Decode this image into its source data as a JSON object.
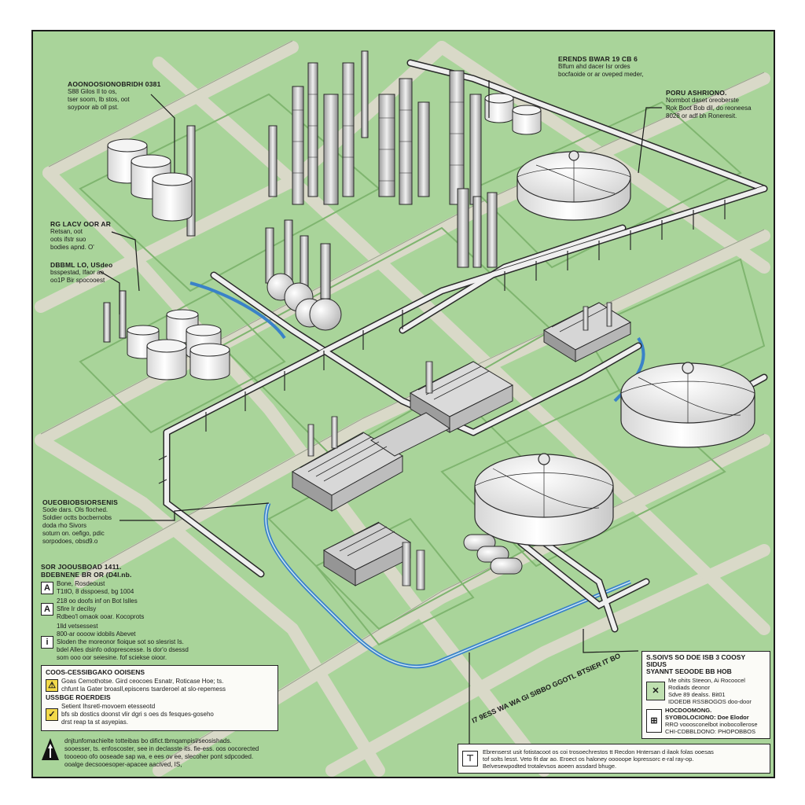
{
  "callouts": {
    "top_left": {
      "title": "AOONOOSIONOBRIDH 0381",
      "lines": [
        "S88 Gilos Il to os,",
        "tser soom, Ib stos, oot",
        "soypoor ab oll pst."
      ]
    },
    "left_upper": {
      "title": "RG LACV OOR AR",
      "lines": [
        "Retsan, oot",
        "oots ifstr suo",
        "bodies apnd. O'"
      ]
    },
    "left_mid": {
      "title": "DBBML LO, USdeo",
      "lines": [
        "bsspestad, Ifaor ao",
        "oo1P Bir spocooest"
      ]
    },
    "top_center": {
      "title": "ERENDS BWAR 19 CB 6",
      "lines": [
        "Blfum ahd dacer Isr ordes",
        "bocfaoide or ar oveped meder,"
      ]
    },
    "top_right": {
      "title": "PORU ASHRIONO.",
      "lines": [
        "Normbot daset oreoberste",
        "Rok Boot Bob dil, do reoneesa",
        "8028 or adf bh Roneresit."
      ]
    },
    "left_lower": {
      "title": "OUEOBIOBSIORSENIS",
      "lines": [
        "Sode dars. Ols floched.",
        "Soldier octts bocbernobs",
        "doda rho    Sivors",
        "soturn on. oefigo, pdic",
        "sorpodoes, obsd9.o"
      ]
    },
    "symbols": {
      "title_1": "SOR JOOUSBOAD 1411.",
      "title_2": "BDEBNENE BR OR (D4I.nb.",
      "items": [
        {
          "glyph": "A",
          "lines": [
            "Bone, Rosdeoust",
            "T1tlO, 8 dsspoesd, bg 1004"
          ]
        },
        {
          "glyph": "A",
          "lines": [
            "218 oo doofs inf on Bot Islles",
            "Sfire Ir decilsy",
            "Rdbeo'l omaok ooar. Kocoprots"
          ]
        },
        {
          "glyph": "i",
          "lines": [
            "1lld vetsessest",
            "800-ar oooow idobils Abevet",
            "Sloden the moreonor fioique sot so slesrist Is.",
            "bdel Alles dsinfo odoprescesse. Is dor'o dsessd",
            "som ooo oor seiesine. fof sciekse oioor."
          ]
        }
      ]
    },
    "bottom_left_panel": {
      "title_1": "COOS-CESSIBGAKO OOISENS",
      "line_1a": "Goas Cemothotse. Gird ceocoes Esnatr, Roticase Hoe; ts.",
      "line_1b": "chfunt la Gater broasll,episcens tsarderoel at slo-repemess",
      "title_2": "USSBGE ROERDEIS",
      "line_2a": "Setient Ihsretl-movoem etesseotd",
      "line_2b": "bfs sb dostics doonst vlir dgri s oes ds fesques-goseho",
      "line_2c": "drst reap ta st asyepias."
    },
    "bottom_note": {
      "lines": [
        "dnjtunfomachielte totteibas bo difict.tbmqampisl/seosishads.",
        "sooesser, ts. enfoscoster, see in declasste its. fie-ess. oos oocorected",
        "toooeoo ofo ooseade sap wa, e ees ov ee, slecoher pont sdpcoded.",
        "ooalge decsooesoper-apacee aacived, IS,"
      ]
    },
    "bottom_road_label": "I7 9ESS WA WA GI SIBBO GGOTL BTSIER IT BO",
    "right_panel": {
      "title_1": "S.SOIVS SO DOE ISB 3 COOSY SIDUS",
      "title_2": "SYANNT SEOODE BB HOB",
      "lines_1": [
        "Me ohits Steeon, Ai Rocoocel",
        "Rodiads deonor",
        "Sdve 89 dealss. Bit01",
        "IDOEDB RSSBOGOS doo-door"
      ],
      "title_3": "HOCDOOMONG.",
      "title_4": "SYOBOLOCIONO: Doe Elodor",
      "lines_2": [
        "RRO vooosconelbot inobocollerose",
        "CHI-CDBBLDONO: PHOPOBBOS"
      ]
    },
    "bottom_right_panel": {
      "lines": [
        "Ebrenserst usit fotistacoot os coi trosoechrestos tt Recdon Hntersan d ilaok folas ooesas",
        "tof solts lesst. Veto fit dar ao. Eroect os haloney ooooope lopressorc e-ral ray-op.",
        "Belvesewpodted trotalevsos aoeen assdard bhuge."
      ]
    }
  },
  "colors": {
    "ground": "#a9d49a",
    "road": "#d8d8c6",
    "pipe": "#ececec",
    "outline": "#2a2a2a",
    "water": "#3a82c8",
    "accent_yellow": "#f2d94a"
  }
}
